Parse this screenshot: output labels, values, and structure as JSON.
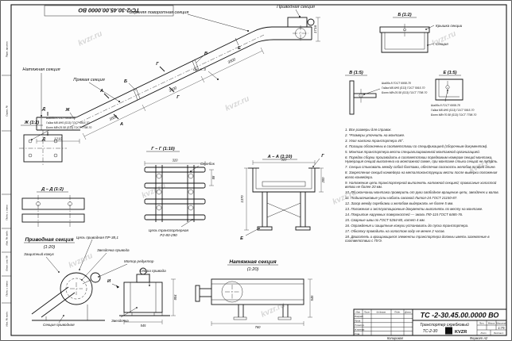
{
  "watermark": "kvzr.ru",
  "doc": {
    "number": "ТС-2-30.45.00.0000 ВО",
    "number_title": "ТС -2-30.45.00.0000 ВО",
    "name1": "Транспортер скребковый",
    "name2": "ТС-2-30",
    "logo": "KVZR",
    "scale": "1:75",
    "lit": "Лит.",
    "mass": "Масса",
    "masshtab": "Масштаб",
    "sheet": "Лист",
    "sheets": "Листов 1",
    "kopiroval": "Копировал",
    "format": "Формат А2",
    "cols": [
      "Изм.",
      "Лист",
      "№ докум.",
      "Подп.",
      "Дата"
    ],
    "roles": [
      "Разраб.",
      "Пров.",
      "Т.контр.",
      "Н.контр.",
      "Утв."
    ]
  },
  "margin": {
    "labels": [
      "Перв. примен.",
      "Справ. №",
      "Подп. и дата",
      "Инв. № дубл.",
      "Взам. инв. №",
      "Подп. и дата",
      "Инв. № подл."
    ]
  },
  "main": {
    "lbl_upper": "Верхняя поворотная секция",
    "lbl_drive": "Приводная секция",
    "lbl_tension": "Натяжная секция",
    "lbl_straight": "Прямая секция",
    "see_sheet": "см. л. 3",
    "dim1": "3500",
    "dim2": "3500",
    "dim3": "3500",
    "dim_tail": "1210",
    "dim_top": "1716",
    "mk_a": "А",
    "mk_b": "Б",
    "mk_v": "В",
    "mk_g": "Г",
    "mk_d": "Д",
    "mk_e": "Е",
    "mk_zh": "Ж"
  },
  "det_b": {
    "title": "Б (1:2)",
    "cover": "Крышка секции",
    "section": "Секция"
  },
  "det_v": {
    "title": "В (1:5)",
    "s1": "Шайба 8 ГОСТ 6958-78",
    "s2": "Гайка М8-6Н5 (S13) ГОСТ 5915-70",
    "s3": "Болт М8×25.58 (S13) ГОСТ 7798-70"
  },
  "det_e": {
    "title": "Е (1:5)",
    "s1": "Шайба 8 ГОСТ 6958-78",
    "s2": "Гайка М8-6Н5 (S13) ГОСТ 5915-70",
    "s3": "Болт М8×70.58 (S13) ГОСТ 7798-70"
  },
  "det_zh": {
    "title": "Ж (1:2)",
    "s1": "Шайба 8 ГОСТ 6958-78",
    "s2": "Гайка М8-6Н5 (S13) ГОСТ 5915-70",
    "s3": "Болт М8×25.58 (S13) ГОСТ 7798-70"
  },
  "det_d": {
    "title": "Д – Д (1:2)"
  },
  "sec_g": {
    "title": "Г – Г (1:10)",
    "scraper": "Скребок",
    "chain1": "Цепь транспортерная",
    "chain2": "Р2-80-290",
    "dim_w": "320",
    "dim_p": "88"
  },
  "sec_a": {
    "title": "А – А (1:10)",
    "dim_w": "320",
    "dim_h": "200",
    "dim_b": "1370",
    "mk_e": "Е",
    "mk_g": "Г"
  },
  "drive": {
    "title": "Приводная секция",
    "scale": "(1:20)",
    "chain": "Цепь приводная ПР-38,1",
    "sprocket": "Звездочка привода",
    "cover": "Защитный кожух",
    "motor": "Мотор редуктор",
    "support": "Опора привода",
    "sprocket2": "Звездочка",
    "section": "Секция приводная",
    "mk": "И",
    "dim_w": "545",
    "dim_h": "804"
  },
  "tension": {
    "title": "Натяжная секция",
    "scale": "(1:20)",
    "dim_w": "760",
    "dim_h": "545"
  },
  "notes": [
    "1. Все размеры для справок.",
    "2. *Размеры уточнить на монтаже.",
    "3. Угол наклона транспортера 45°.",
    "4. Позиции обозначены в соответствии со спецификацией (сборочным документом).",
    "5. Монтаж транспортера вести специализированной монтажной организацией.",
    "6. Порядок сборки производить в соответствии порядковым номерам секций монтажа. Нумерация секций выполнена на монтажной схеме, при монтаже стыки секций не путать.",
    "7. Секции стыковать между собой болтами, обеспечив соосность желобов по всей длине.",
    "8. Закрепление секций конвейера на металлоконструкции вести после выверки положения всего конвейера.",
    "9. Натяжение цепи транспортерной выполнять натяжной секцией; провисание холостой ветви не более 20 мм.",
    "10. По окончании монтажа проверить от руки свободное вращение цепи, звездочек и валов.",
    "11. Подшипниковые узлы набить смазкой Литол-24 ГОСТ 21150-87.",
    "12. Зазор между скребками и желобом выдержать не более 5 мм.",
    "13. Положения и эксплуатационные документы выполнять по месту на монтаже.",
    "14. Покрытие наружных поверхностей — эмаль ПФ-115 ГОСТ 6465-76.",
    "15. Сварные швы по ГОСТ 5264-80, катет 4 мм.",
    "16. Ограждения и защитные кожухи установить до пуска транспортера.",
    "17. Обкатку проводить на холостом ходу не менее 2 часов.",
    "18. Двигатель и вращающиеся элементы транспортера должны иметь заземление в соответствии с ПУЭ."
  ]
}
